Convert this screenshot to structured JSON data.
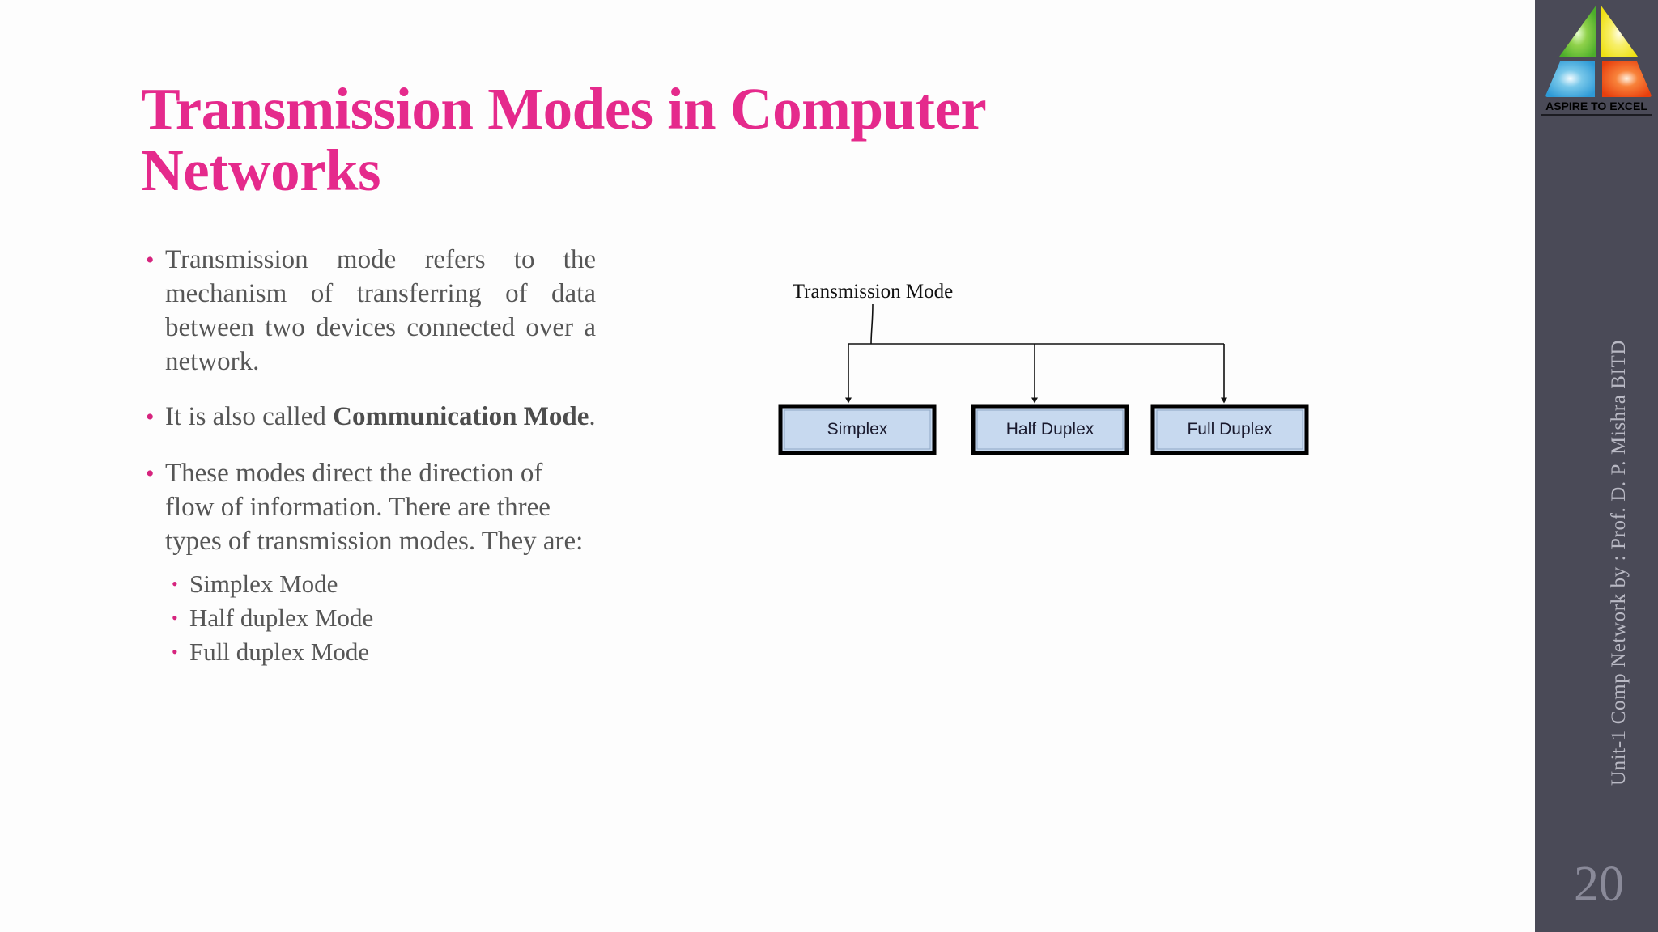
{
  "slide": {
    "title": "Transmission Modes in Computer Networks",
    "page_number": "20",
    "accent_pink": "#e52a8c",
    "bullet_pink": "#d6247e",
    "sidebar_bg": "#4a4a57",
    "body_text_color": "#565656"
  },
  "logo": {
    "tagline": "ASPIRE TO EXCEL",
    "colors": {
      "green": "#4cae2a",
      "yellow": "#f2e317",
      "blue": "#3ba7dd",
      "orange": "#ef4a18"
    }
  },
  "sidebar": {
    "vertical_text": "Unit-1 Comp Network by :  Prof. D. P. Mishra BITD"
  },
  "bullets": [
    {
      "text_before": "Transmission mode refers to the mechanism of transferring of data between two devices connected over a network.",
      "bold": "",
      "text_after": "",
      "justified": true
    },
    {
      "text_before": "It is also called ",
      "bold": "Communication Mode",
      "text_after": ".",
      "justified": false
    },
    {
      "text_before": "These modes direct the direction of flow of information. There are three types of transmission modes. They are:",
      "bold": "",
      "text_after": "",
      "justified": false
    }
  ],
  "sub_bullets": [
    "Simplex Mode",
    "Half duplex Mode",
    "Full duplex Mode"
  ],
  "diagram": {
    "root_label": "Transmission Mode",
    "box_fill": "#c7d9ef",
    "box_border": "#000000",
    "nodes": [
      {
        "label": "Simplex"
      },
      {
        "label": "Half Duplex"
      },
      {
        "label": "Full Duplex"
      }
    ]
  }
}
